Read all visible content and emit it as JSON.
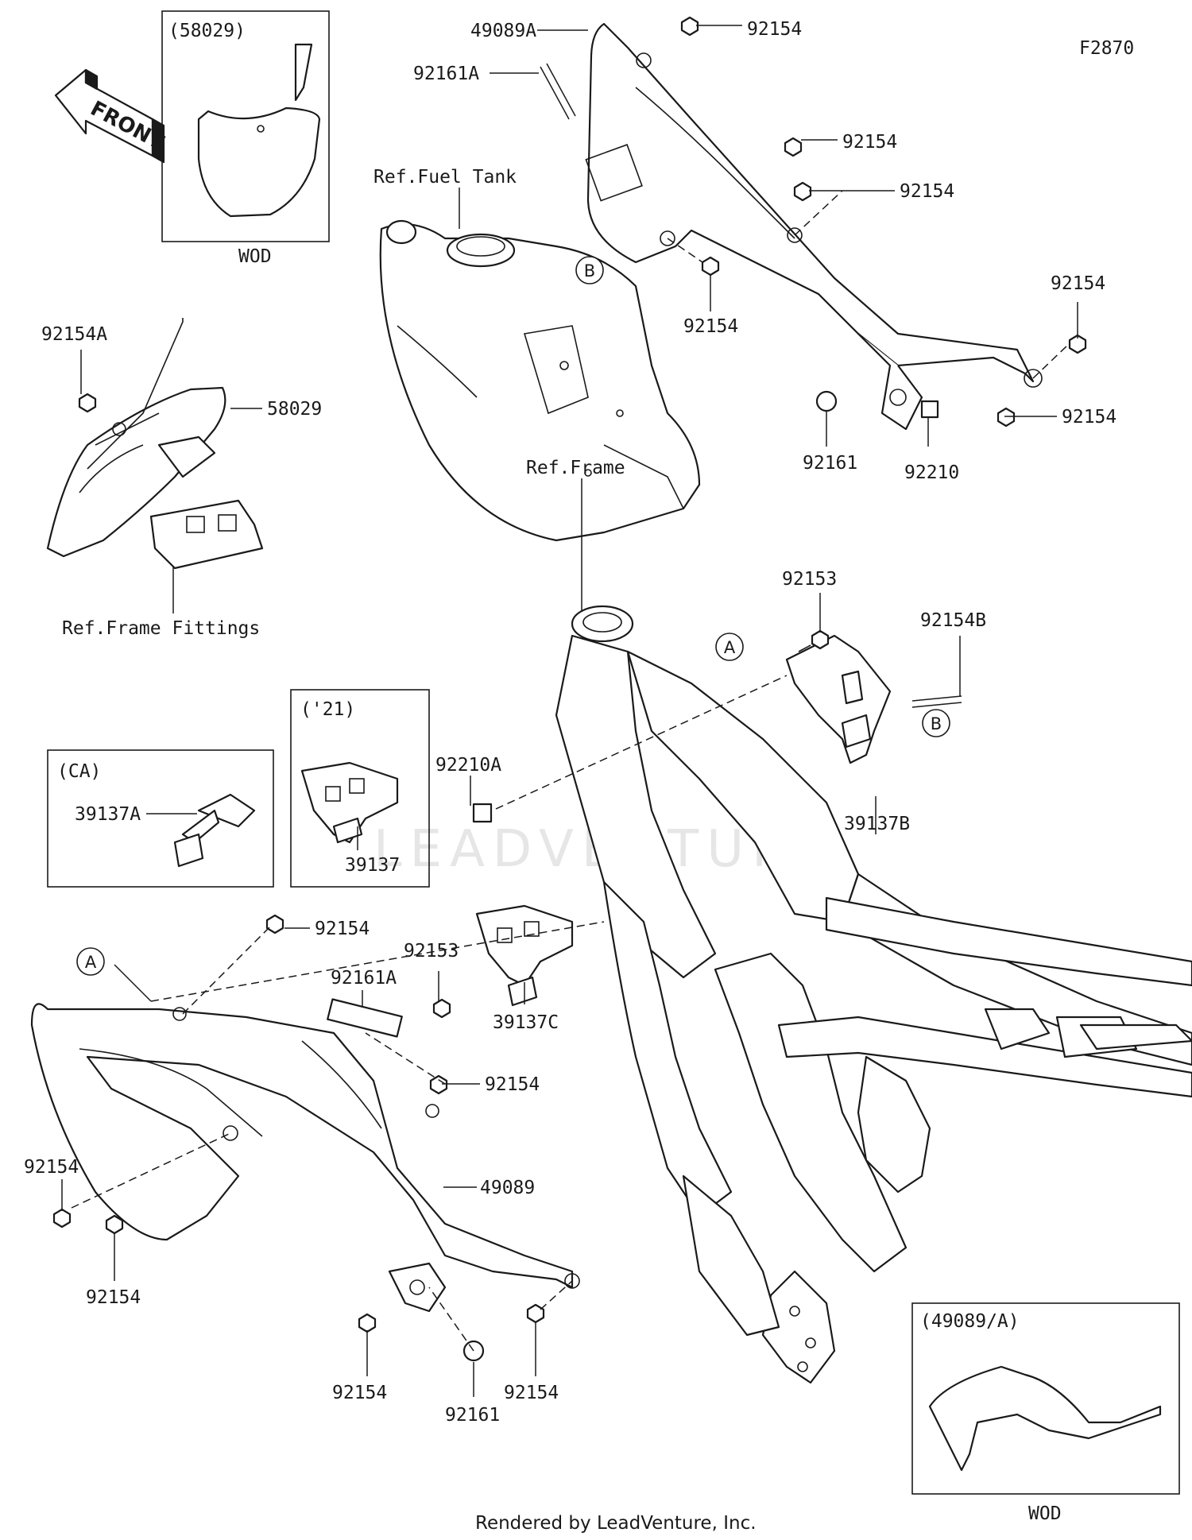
{
  "diagram_code": "F2870",
  "watermark": "LEADVENTURE",
  "footer": "Rendered by LeadVenture, Inc.",
  "front_arrow": "FRONT",
  "callouts": {
    "a": "A",
    "b": "B"
  },
  "refs": {
    "fuel_tank": "Ref.Fuel Tank",
    "frame": "Ref.Frame",
    "frame_fittings": "Ref.Frame Fittings"
  },
  "inset_boxes": {
    "number_plate_header": "(58029)",
    "number_plate_footer": "WOD",
    "bracket_21_header": "('21)",
    "bracket_ca_header": "(CA)",
    "cover_a_header": "(49089/A)",
    "cover_a_footer": "WOD"
  },
  "part_labels": {
    "p49089A": "49089A",
    "p92154_top": "92154",
    "p92161A_top": "92161A",
    "p92154_r1": "92154",
    "p92154_r2": "92154",
    "p92154_mid": "92154",
    "p92154_r3": "92154",
    "p92154_r4": "92154",
    "p92161_r": "92161",
    "p92210": "92210",
    "p92154A": "92154A",
    "p58029": "58029",
    "p92153_top": "92153",
    "p92154B": "92154B",
    "p92210A": "92210A",
    "p39137A": "39137A",
    "p39137": "39137",
    "p39137B": "39137B",
    "p92154_l1": "92154",
    "p92161A_l": "92161A",
    "p92153_l": "92153",
    "p39137C": "39137C",
    "p92154_l2": "92154",
    "p92154_l3": "92154",
    "p49089": "49089",
    "p92154_l4": "92154",
    "p92154_b1": "92154",
    "p92161_b": "92161",
    "p92154_b2": "92154"
  }
}
